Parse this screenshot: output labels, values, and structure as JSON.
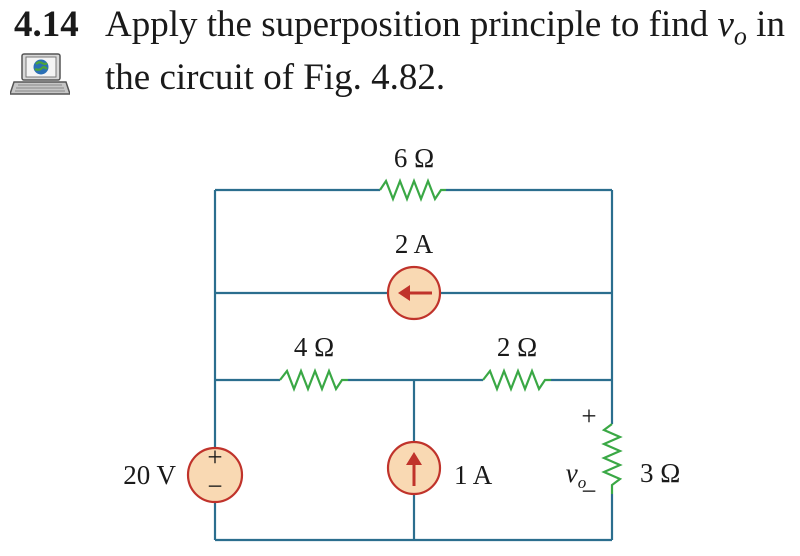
{
  "problem": {
    "number": "4.14",
    "text_before": "Apply the superposition principle to find ",
    "variable": "v",
    "subscript": "o",
    "text_after": " in the circuit of Fig. 4.82."
  },
  "circuit": {
    "r_top": "6 Ω",
    "i_top": "2 A",
    "r_left": "4 Ω",
    "r_mid": "2 Ω",
    "v_source": "20 V",
    "i_bottom": "1 A",
    "vo_plus": "+",
    "vo_var": "v",
    "vo_sub": "o",
    "vo_minus": "−",
    "r_right": "3 Ω",
    "source_plus": "+",
    "source_minus": "−"
  },
  "colors": {
    "wire": "#2b6e8e",
    "resistor": "#3aa845",
    "source_fill": "#f9d9b3",
    "source_stroke": "#c0332b"
  }
}
